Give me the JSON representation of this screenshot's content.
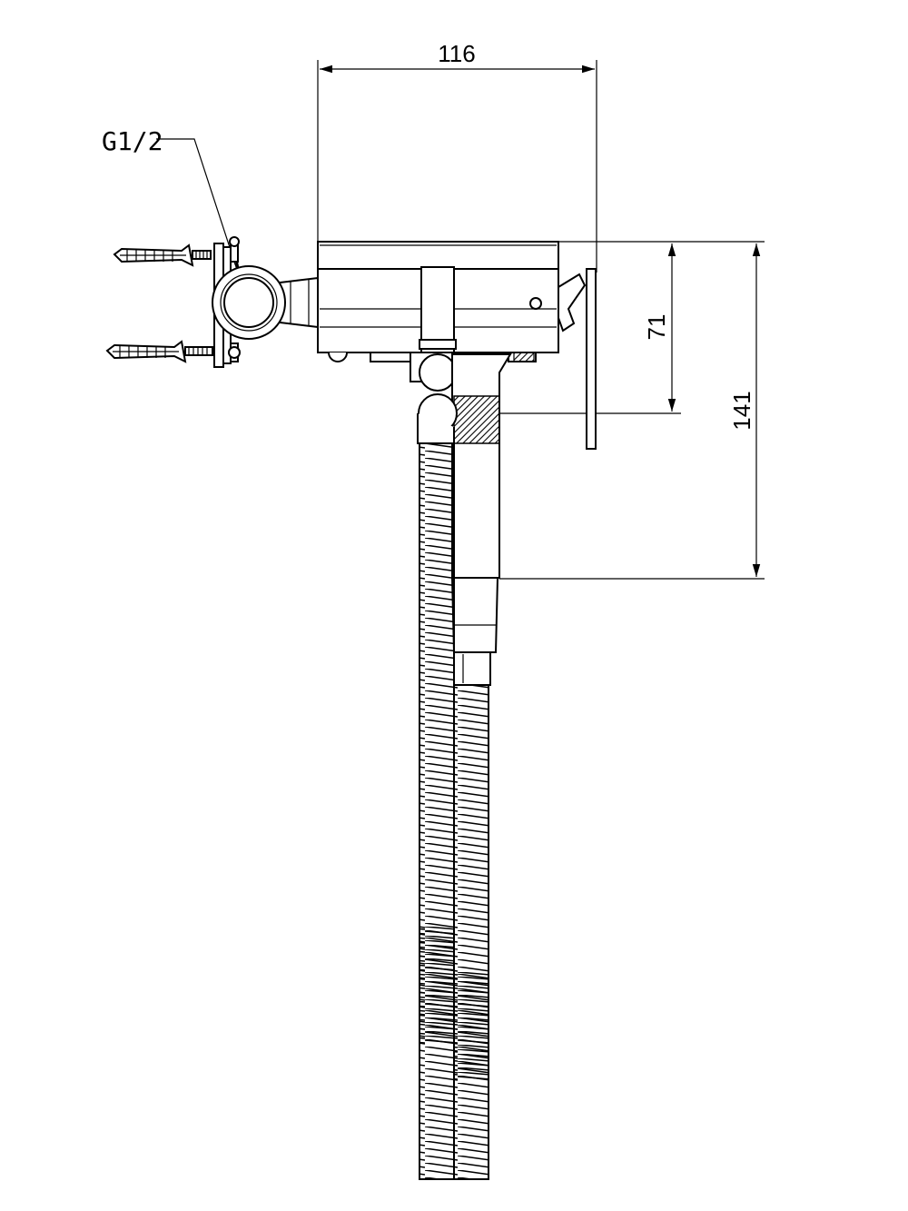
{
  "drawing": {
    "dimensions": {
      "width": "116",
      "outlet_height": "71",
      "total_height": "141"
    },
    "thread_callout": "G1/2"
  }
}
